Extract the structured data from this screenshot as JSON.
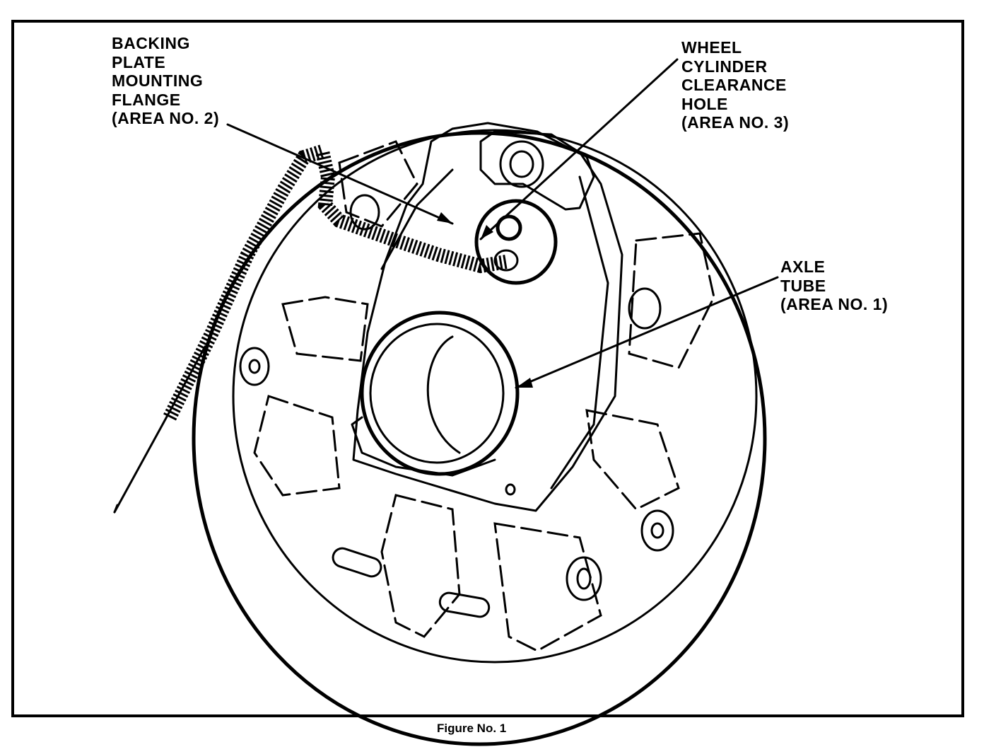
{
  "callouts": {
    "flange": "BACKING\nPLATE\nMOUNTING\nFLANGE\n(AREA NO. 2)",
    "wheel_cylinder": "WHEEL\nCYLINDER\nCLEARANCE\nHOLE\n(AREA NO. 3)",
    "axle_tube": "AXLE\nTUBE\n(AREA NO. 1)"
  },
  "caption": "Figure No. 1",
  "colors": {
    "ink": "#000000",
    "paper": "#ffffff"
  }
}
